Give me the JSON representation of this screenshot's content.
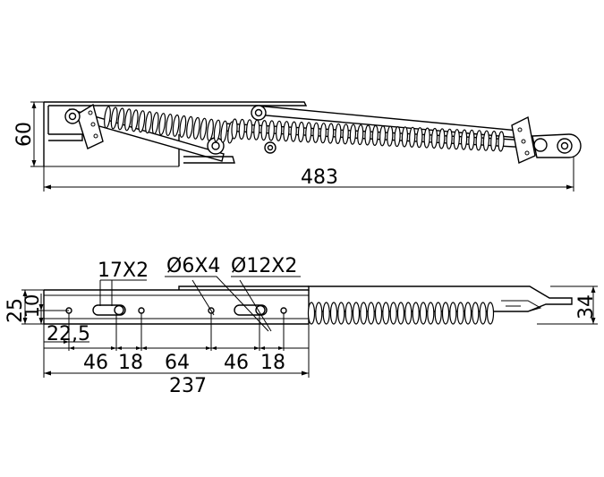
{
  "top_view": {
    "height_dim": "60",
    "length_dim": "483"
  },
  "side_view": {
    "slot_callout": "17X2",
    "small_hole_callout": "Ø6X4",
    "large_hole_callout": "Ø12X2",
    "dim_25": "25",
    "dim_10": "10",
    "dim_22_5": "22,5",
    "dim_46_a": "46",
    "dim_18_a": "18",
    "dim_64": "64",
    "dim_46_b": "46",
    "dim_18_b": "18",
    "dim_237": "237",
    "dim_34": "34"
  }
}
